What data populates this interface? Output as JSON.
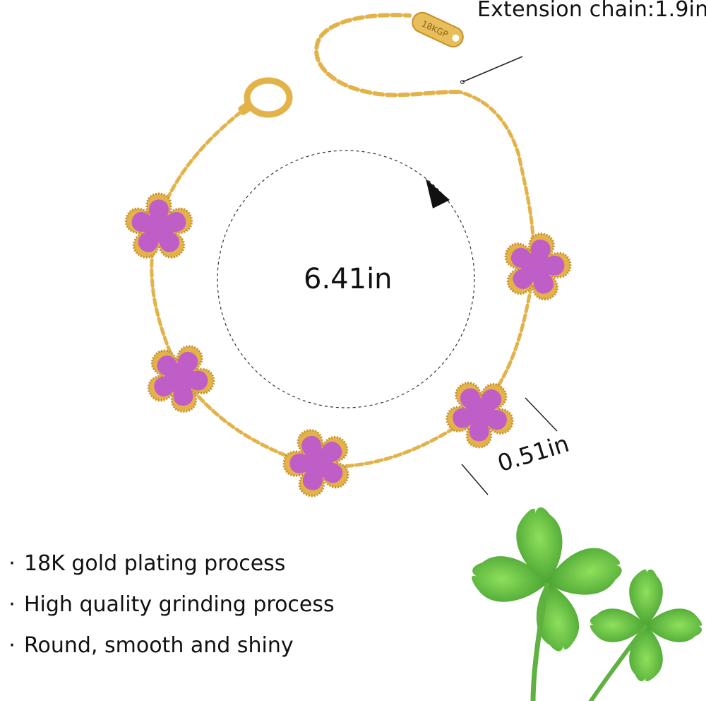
{
  "labels": {
    "extension": "Extension chain:1.9in",
    "circumference": "6.41in",
    "charm_width": "0.51in",
    "stamp": "18KGP"
  },
  "features": [
    {
      "bullet": "·",
      "text": "18K gold plating process"
    },
    {
      "bullet": "·",
      "text": "High quality grinding process"
    },
    {
      "bullet": "·",
      "text": "Round, smooth and shiny"
    }
  ],
  "colors": {
    "gold": "#e3b34a",
    "gold_dark": "#c7902a",
    "charm": "#c05ec8",
    "leaf": "#5fc145",
    "leaf_dark": "#3f9a2c"
  }
}
